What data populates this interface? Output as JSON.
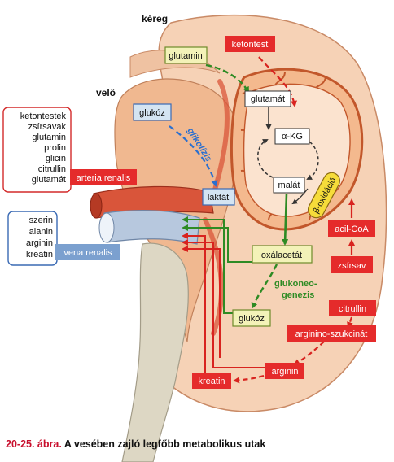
{
  "diagram": {
    "region_labels": {
      "cortex": "kéreg",
      "medulla": "velő"
    },
    "artery_inputs": [
      "ketontestek",
      "zsírsavak",
      "glutamin",
      "prolin",
      "glicin",
      "citrullin",
      "glutamát"
    ],
    "artery_label": "arteria renalis",
    "vein_outputs": [
      "szerin",
      "alanin",
      "arginin",
      "kreatin"
    ],
    "vein_label": "vena renalis",
    "nodes": {
      "ketontest": "ketontest",
      "glutamin": "glutamin",
      "glutamat": "glutamát",
      "akg": "α-KG",
      "malat": "malát",
      "beta_oxidacio": "β-oxidáció",
      "glukoz_top": "glukóz",
      "glikolizis": "glikolízis",
      "laktat": "laktát",
      "acil_coa": "acil-CoA",
      "zsirsav": "zsírsav",
      "oxalacetat": "oxálacetát",
      "glukoneogenezis_1": "glukoneo-",
      "glukoneogenezis_2": "genezis",
      "glukoz_bottom": "glukóz",
      "citrullin": "citrullin",
      "arginino": "arginino-szukcinát",
      "arginin": "arginin",
      "kreatin": "kreatin"
    },
    "colors": {
      "red_box": "#e52b2b",
      "yellow_box": "#f3f2b8",
      "blue_box": "#d4e4f2",
      "kidney_cortex": "#f6d2b6",
      "kidney_medulla": "#f0b890",
      "artery": "#d9553a",
      "vein": "#b7c8de",
      "green_arrow": "#2e8b24",
      "blue_arrow": "#2a6fcf",
      "red_arrow": "#d8231f"
    }
  },
  "caption": {
    "number": "20-25. ábra.",
    "text": "A vesében zajló legfőbb metabolikus utak"
  }
}
